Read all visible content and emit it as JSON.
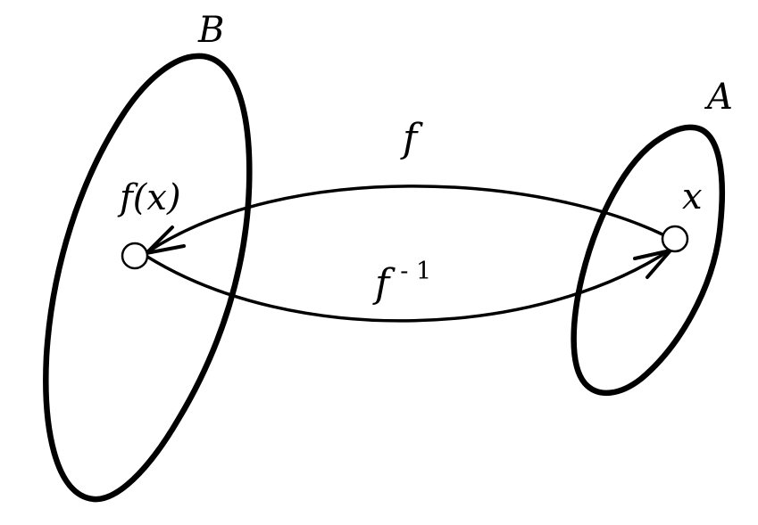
{
  "sets": {
    "left": {
      "label": "B"
    },
    "right": {
      "label": "A"
    }
  },
  "points": {
    "source": {
      "label": "x"
    },
    "image": {
      "label": "f(x)"
    }
  },
  "maps": {
    "forward": {
      "label": "f"
    },
    "inverse": {
      "base": "f",
      "superscript": "- 1"
    }
  },
  "colors": {
    "stroke": "#000000",
    "background": "#ffffff"
  }
}
